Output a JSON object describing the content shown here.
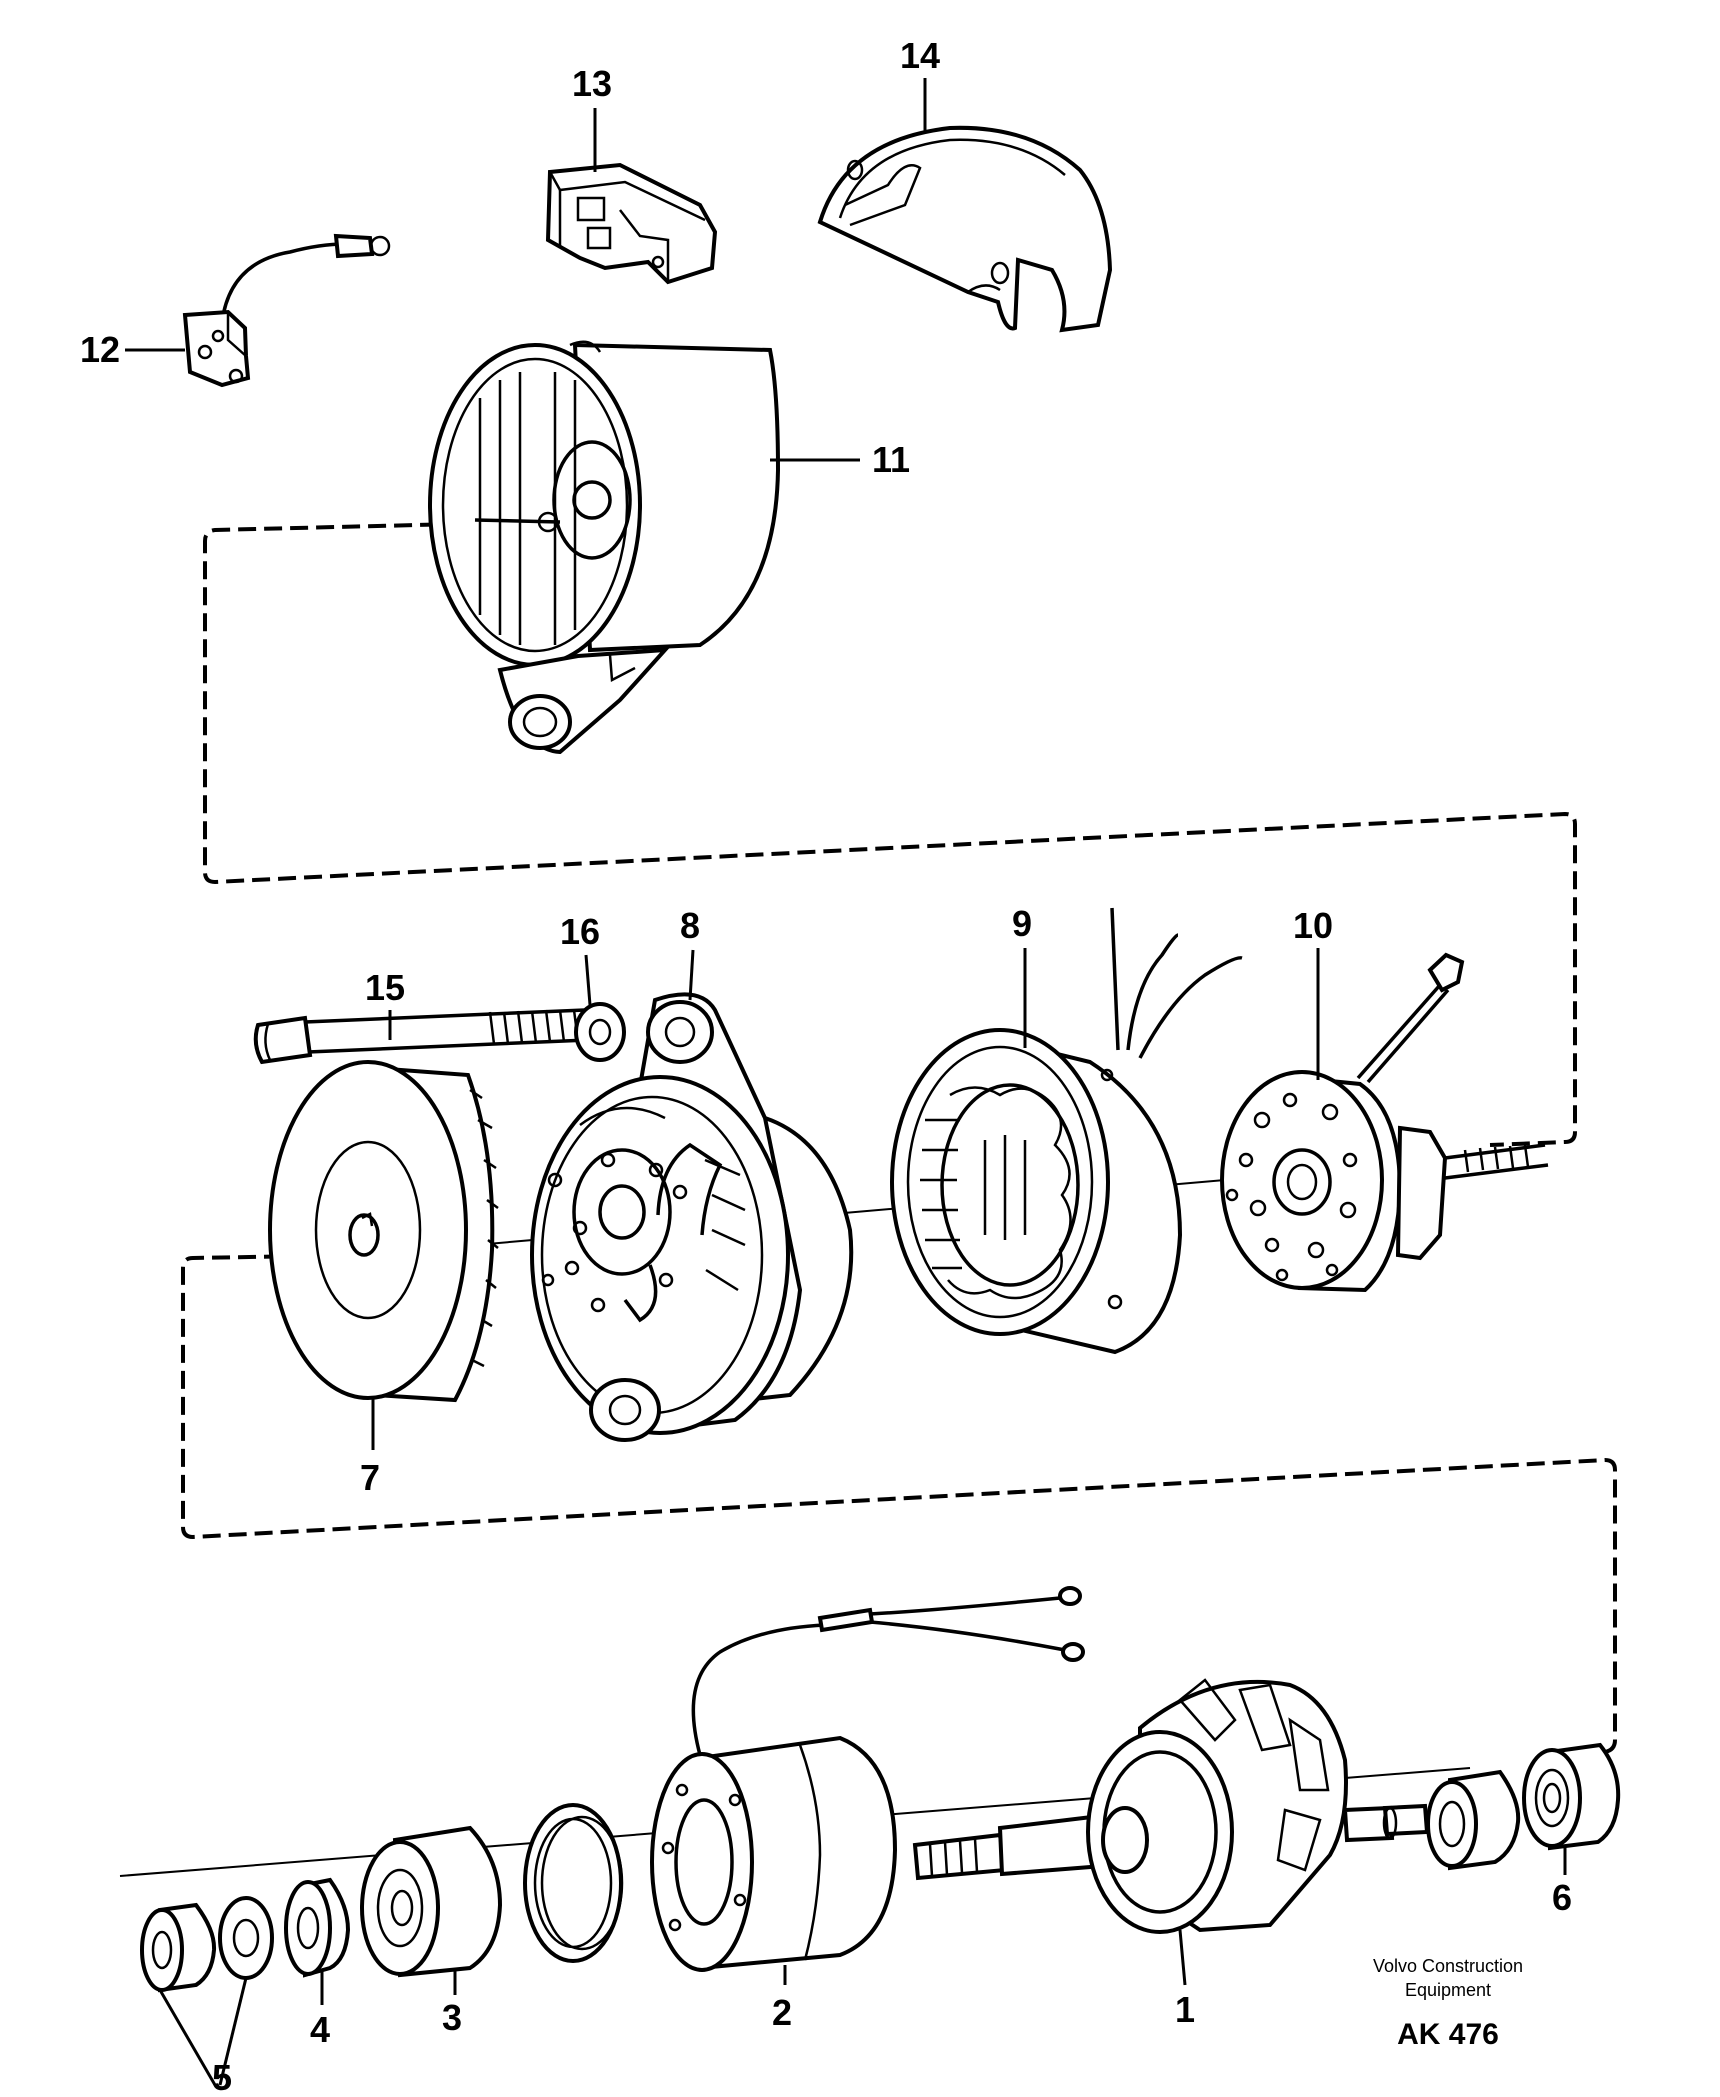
{
  "callouts": {
    "c1": "1",
    "c2": "2",
    "c3": "3",
    "c4": "4",
    "c5": "5",
    "c6": "6",
    "c7": "7",
    "c8": "8",
    "c9": "9",
    "c10": "10",
    "c11": "11",
    "c12": "12",
    "c13": "13",
    "c14": "14",
    "c15": "15",
    "c16": "16"
  },
  "footer": {
    "brand_line1": "Volvo Construction",
    "brand_line2": "Equipment",
    "drawing_code": "AK 476"
  }
}
